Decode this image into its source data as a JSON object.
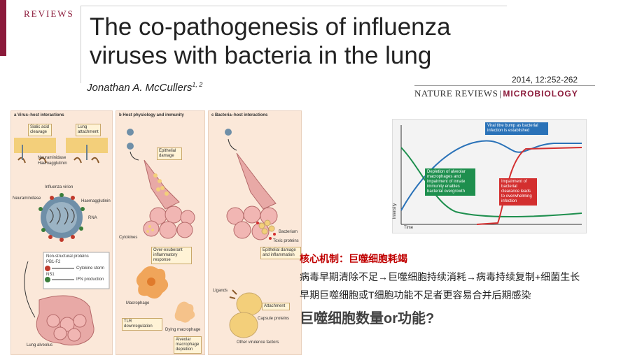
{
  "header": {
    "section_label": "REVIEWS",
    "title_line1": "The co-pathogenesis of influenza",
    "title_line2": "viruses with bacteria in the lung",
    "author": "Jonathan A. McCullers",
    "author_sup": "1, 2",
    "citation": "2014, 12:252-262",
    "journal_left": "NATURE REVIEWS",
    "journal_sep": "|",
    "journal_right": "MICROBIOLOGY"
  },
  "panels": {
    "a": {
      "title": "a  Virus–host interactions",
      "sialic": "Sialic acid cleavage",
      "lung_attach": "Lung attachment",
      "neuraminidase_top": "Neuraminidase",
      "haemagglutinin_top": "Haemagglutinin",
      "influenza_virion": "Influenza virion",
      "neuraminidase": "Neuraminidase",
      "haemagglutinin": "Haemagglutinin",
      "rna": "RNA",
      "nonstructural": "Non-structural proteins",
      "pb1": "PB1-F2",
      "cytokine_storm": "Cytokine storm",
      "ns1": "NS1",
      "ifn": "IFN production",
      "lung_alveolus": "Lung alveolus"
    },
    "b": {
      "title": "b  Host physiology and immunity",
      "epithelial": "Epithelial damage",
      "cytokines": "Cytokines",
      "over_exuberant": "Over-exuberant inflammatory response",
      "macrophage": "Macrophage",
      "tlr": "TLR downregulation",
      "dying": "Dying macrophage",
      "alveolar_depletion": "Alveolar macrophage depletion"
    },
    "c": {
      "title": "c  Bacteria–host interactions",
      "bacterium": "Bacterium",
      "toxic": "Toxic proteins",
      "epithelial_inflam": "Epithelial damage and inflammation",
      "ligands": "Ligands",
      "attachment": "Attachment",
      "capsule": "Capsule proteins",
      "other_virulence": "Other virulence factors"
    }
  },
  "graph": {
    "callout_blue": "Viral titre bump as bacterial infection is established",
    "callout_green": "Depletion of alveolar macrophages and impairment of innate immunity enables bacterial overgrowth",
    "callout_red": "Impairment of bacterial clearance leads to overwhelming infection",
    "ylabel": "Intensity",
    "xlabel": "Time",
    "colors": {
      "blue": "#2a72b8",
      "green": "#1e8f4e",
      "red": "#d32f2f"
    }
  },
  "text": {
    "mechanism_title": "核心机制：巨噬细胞耗竭",
    "line1": "病毒早期清除不足→巨噬细胞持续消耗→病毒持续复制+细菌生长",
    "line2": "早期巨噬细胞或T细胞功能不足者更容易合并后期感染",
    "question": "巨噬细胞数量or功能?"
  }
}
